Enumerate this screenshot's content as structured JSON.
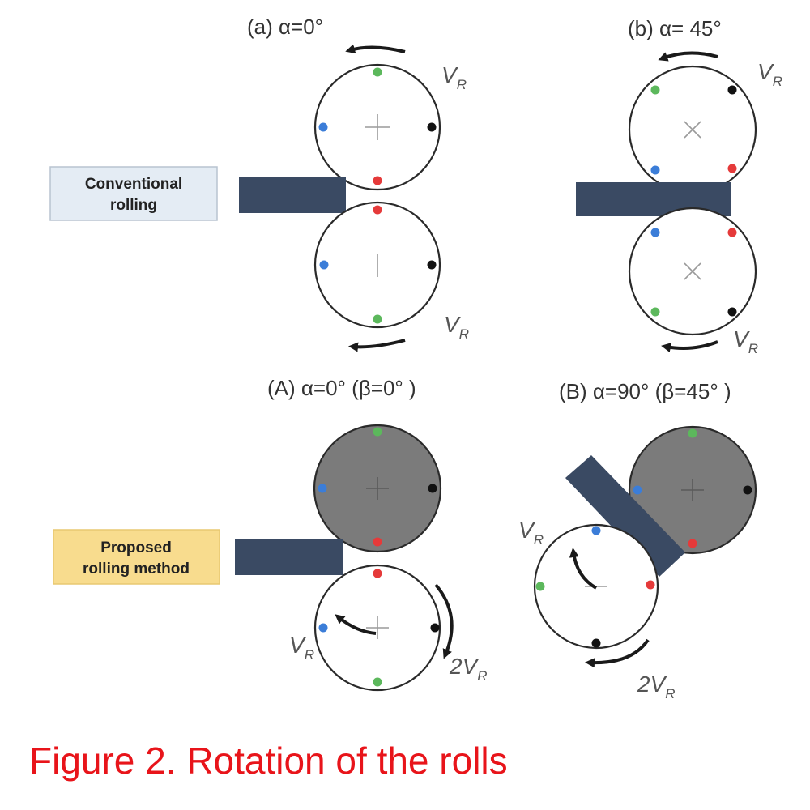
{
  "panels": {
    "a": {
      "title": "(a) α=0°",
      "vr_top": "V",
      "vr_bottom": "V",
      "sub": "R"
    },
    "b": {
      "title": "(b) α= 45°",
      "vr_top": "V",
      "vr_bottom": "V",
      "sub": "R"
    },
    "A": {
      "title": "(A) α=0°  (β=0°  )",
      "vr": "V",
      "vr2": "2V",
      "sub": "R"
    },
    "B": {
      "title": "(B) α=90°  (β=45°  )",
      "vr": "V",
      "vr2": "2V",
      "sub": "R"
    }
  },
  "labels": {
    "conventional": [
      "Conventional",
      "rolling"
    ],
    "proposed": [
      "Proposed",
      "rolling method"
    ]
  },
  "caption": "Figure 2. Rotation of the rolls",
  "colors": {
    "red_dot": "#e53a3a",
    "green_dot": "#5cb85c",
    "blue_dot": "#3b7dd8",
    "black_dot": "#111111",
    "sheet": "#3a4a63",
    "conventional_box_fill": "#e4ecf4",
    "proposed_box_fill": "#f8dc8e",
    "grey_roll": "#7b7b7b",
    "caption": "#e8141a"
  }
}
